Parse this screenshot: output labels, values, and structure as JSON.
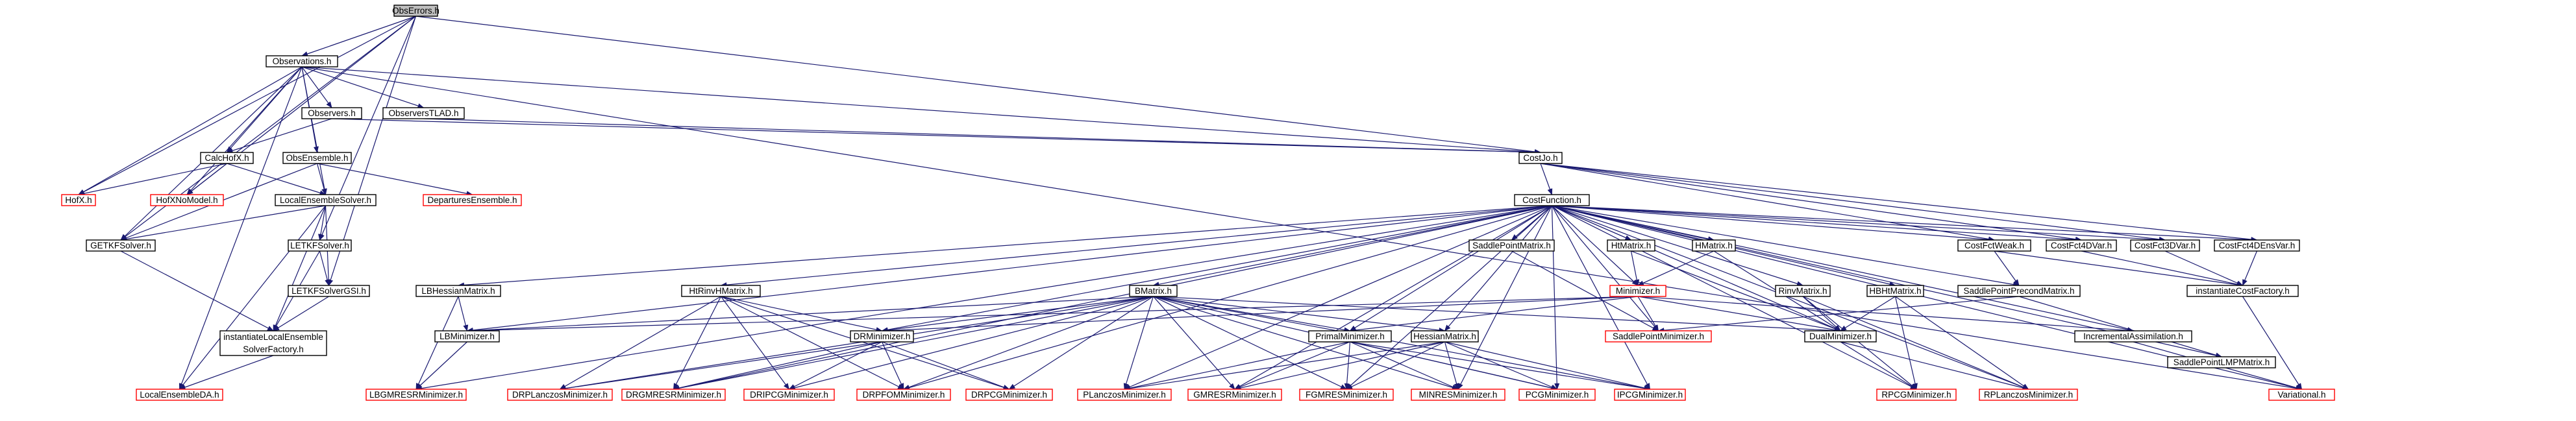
{
  "diagram": {
    "colors": {
      "edge": "#191970",
      "node_border": "#000000",
      "node_border_red": "#ff0000",
      "root_fill": "#bfbfbf",
      "node_fill": "#ffffff",
      "text": "#000000"
    },
    "nodes": [
      {
        "id": "ObsErrors",
        "label": "ObsErrors.h",
        "style": "root"
      },
      {
        "id": "Observations",
        "label": "Observations.h",
        "style": "black"
      },
      {
        "id": "Observers",
        "label": "Observers.h",
        "style": "black"
      },
      {
        "id": "ObserversTLAD",
        "label": "ObserversTLAD.h",
        "style": "black"
      },
      {
        "id": "CalcHofX",
        "label": "CalcHofX.h",
        "style": "black"
      },
      {
        "id": "ObsEnsemble",
        "label": "ObsEnsemble.h",
        "style": "black"
      },
      {
        "id": "CostJo",
        "label": "CostJo.h",
        "style": "black"
      },
      {
        "id": "HofX",
        "label": "HofX.h",
        "style": "red"
      },
      {
        "id": "HofXNoModel",
        "label": "HofXNoModel.h",
        "style": "red"
      },
      {
        "id": "LocalEnsembleSolver",
        "label": "LocalEnsembleSolver.h",
        "style": "black"
      },
      {
        "id": "DeparturesEnsemble",
        "label": "DeparturesEnsemble.h",
        "style": "red"
      },
      {
        "id": "CostFunction",
        "label": "CostFunction.h",
        "style": "black"
      },
      {
        "id": "GETKFSolver",
        "label": "GETKFSolver.h",
        "style": "black"
      },
      {
        "id": "LETKFSolver",
        "label": "LETKFSolver.h",
        "style": "black"
      },
      {
        "id": "LETKFSolverGSI",
        "label": "LETKFSolverGSI.h",
        "style": "black"
      },
      {
        "id": "instantiateLocalEnsembleSolverFactory",
        "label": "instantiateLocalEnsemble SolverFactory.h",
        "lines": [
          "instantiateLocalEnsemble",
          "SolverFactory.h"
        ],
        "style": "black"
      },
      {
        "id": "LocalEnsembleDA",
        "label": "LocalEnsembleDA.h",
        "style": "red"
      },
      {
        "id": "LBHessianMatrix",
        "label": "LBHessianMatrix.h",
        "style": "black"
      },
      {
        "id": "HtRinvHMatrix",
        "label": "HtRinvHMatrix.h",
        "style": "black"
      },
      {
        "id": "BMatrix",
        "label": "BMatrix.h",
        "style": "black"
      },
      {
        "id": "SaddlePointMatrix",
        "label": "SaddlePointMatrix.h",
        "style": "black"
      },
      {
        "id": "HtMatrix",
        "label": "HtMatrix.h",
        "style": "black"
      },
      {
        "id": "HMatrix",
        "label": "HMatrix.h",
        "style": "black"
      },
      {
        "id": "RinvMatrix",
        "label": "RinvMatrix.h",
        "style": "black"
      },
      {
        "id": "HBHtMatrix",
        "label": "HBHtMatrix.h",
        "style": "black"
      },
      {
        "id": "CostFctWeak",
        "label": "CostFctWeak.h",
        "style": "black"
      },
      {
        "id": "CostFct4DVar",
        "label": "CostFct4DVar.h",
        "style": "black"
      },
      {
        "id": "CostFct3DVar",
        "label": "CostFct3DVar.h",
        "style": "black"
      },
      {
        "id": "CostFct4DEnsVar",
        "label": "CostFct4DEnsVar.h",
        "style": "black"
      },
      {
        "id": "Minimizer",
        "label": "Minimizer.h",
        "style": "red"
      },
      {
        "id": "SaddlePointPrecondMatrix",
        "label": "SaddlePointPrecondMatrix.h",
        "style": "black"
      },
      {
        "id": "instantiateCostFactory",
        "label": "instantiateCostFactory.h",
        "style": "black"
      },
      {
        "id": "LBMinimizer",
        "label": "LBMinimizer.h",
        "style": "black"
      },
      {
        "id": "DRMinimizer",
        "label": "DRMinimizer.h",
        "style": "black"
      },
      {
        "id": "PrimalMinimizer",
        "label": "PrimalMinimizer.h",
        "style": "black"
      },
      {
        "id": "HessianMatrix",
        "label": "HessianMatrix.h",
        "style": "black"
      },
      {
        "id": "SaddlePointMinimizer",
        "label": "SaddlePointMinimizer.h",
        "style": "red"
      },
      {
        "id": "DualMinimizer",
        "label": "DualMinimizer.h",
        "style": "black"
      },
      {
        "id": "IncrementalAssimilation",
        "label": "IncrementalAssimilation.h",
        "style": "black"
      },
      {
        "id": "SaddlePointLMPMatrix",
        "label": "SaddlePointLMPMatrix.h",
        "style": "black"
      },
      {
        "id": "LBGMRESRMinimizer",
        "label": "LBGMRESRMinimizer.h",
        "style": "red"
      },
      {
        "id": "DRPLanczosMinimizer",
        "label": "DRPLanczosMinimizer.h",
        "style": "red"
      },
      {
        "id": "DRGMRESRMinimizer",
        "label": "DRGMRESRMinimizer.h",
        "style": "red"
      },
      {
        "id": "DRIPCGMinimizer",
        "label": "DRIPCGMinimizer.h",
        "style": "red"
      },
      {
        "id": "DRPFOMMinimizer",
        "label": "DRPFOMMinimizer.h",
        "style": "red"
      },
      {
        "id": "DRPCGMinimizer",
        "label": "DRPCGMinimizer.h",
        "style": "red"
      },
      {
        "id": "PLanczosMinimizer",
        "label": "PLanczosMinimizer.h",
        "style": "red"
      },
      {
        "id": "GMRESRMinimizer",
        "label": "GMRESRMinimizer.h",
        "style": "red"
      },
      {
        "id": "FGMRESMinimizer",
        "label": "FGMRESMinimizer.h",
        "style": "red"
      },
      {
        "id": "MINRESMinimizer",
        "label": "MINRESMinimizer.h",
        "style": "red"
      },
      {
        "id": "PCGMinimizer",
        "label": "PCGMinimizer.h",
        "style": "red"
      },
      {
        "id": "IPCGMinimizer",
        "label": "IPCGMinimizer.h",
        "style": "red"
      },
      {
        "id": "RPCGMinimizer",
        "label": "RPCGMinimizer.h",
        "style": "red"
      },
      {
        "id": "RPLanczosMinimizer",
        "label": "RPLanczosMinimizer.h",
        "style": "red"
      },
      {
        "id": "Variational",
        "label": "Variational.h",
        "style": "red"
      }
    ],
    "edges": [
      [
        "ObsErrors",
        "Observations"
      ],
      [
        "ObsErrors",
        "HofX"
      ],
      [
        "ObsErrors",
        "HofXNoModel"
      ],
      [
        "ObsErrors",
        "GETKFSolver"
      ],
      [
        "ObsErrors",
        "LETKFSolver"
      ],
      [
        "ObsErrors",
        "LETKFSolverGSI"
      ],
      [
        "ObsErrors",
        "CostJo"
      ],
      [
        "Observations",
        "Observers"
      ],
      [
        "Observations",
        "ObserversTLAD"
      ],
      [
        "Observations",
        "CalcHofX"
      ],
      [
        "Observations",
        "ObsEnsemble"
      ],
      [
        "Observations",
        "CostJo"
      ],
      [
        "Observations",
        "HofX"
      ],
      [
        "Observations",
        "HofXNoModel"
      ],
      [
        "Observations",
        "LocalEnsembleSolver"
      ],
      [
        "Observations",
        "GETKFSolver"
      ],
      [
        "Observations",
        "LocalEnsembleDA"
      ],
      [
        "Observations",
        "Variational"
      ],
      [
        "Observers",
        "CalcHofX"
      ],
      [
        "Observers",
        "CostJo"
      ],
      [
        "ObserversTLAD",
        "CostJo"
      ],
      [
        "CalcHofX",
        "HofX"
      ],
      [
        "CalcHofX",
        "HofXNoModel"
      ],
      [
        "CalcHofX",
        "LocalEnsembleSolver"
      ],
      [
        "ObsEnsemble",
        "LocalEnsembleSolver"
      ],
      [
        "ObsEnsemble",
        "DeparturesEnsemble"
      ],
      [
        "ObsEnsemble",
        "GETKFSolver"
      ],
      [
        "LocalEnsembleSolver",
        "GETKFSolver"
      ],
      [
        "LocalEnsembleSolver",
        "LETKFSolver"
      ],
      [
        "LocalEnsembleSolver",
        "LETKFSolverGSI"
      ],
      [
        "LocalEnsembleSolver",
        "instantiateLocalEnsembleSolverFactory"
      ],
      [
        "LocalEnsembleSolver",
        "LocalEnsembleDA"
      ],
      [
        "LETKFSolver",
        "LETKFSolverGSI"
      ],
      [
        "LETKFSolver",
        "instantiateLocalEnsembleSolverFactory"
      ],
      [
        "LETKFSolverGSI",
        "instantiateLocalEnsembleSolverFactory"
      ],
      [
        "GETKFSolver",
        "instantiateLocalEnsembleSolverFactory"
      ],
      [
        "instantiateLocalEnsembleSolverFactory",
        "LocalEnsembleDA"
      ],
      [
        "CostJo",
        "CostFunction"
      ],
      [
        "CostJo",
        "CostFctWeak"
      ],
      [
        "CostJo",
        "CostFct4DVar"
      ],
      [
        "CostJo",
        "CostFct3DVar"
      ],
      [
        "CostJo",
        "CostFct4DEnsVar"
      ],
      [
        "CostFunction",
        "LBHessianMatrix"
      ],
      [
        "CostFunction",
        "HtRinvHMatrix"
      ],
      [
        "CostFunction",
        "BMatrix"
      ],
      [
        "CostFunction",
        "SaddlePointMatrix"
      ],
      [
        "CostFunction",
        "HtMatrix"
      ],
      [
        "CostFunction",
        "HMatrix"
      ],
      [
        "CostFunction",
        "Minimizer"
      ],
      [
        "CostFunction",
        "RinvMatrix"
      ],
      [
        "CostFunction",
        "HBHtMatrix"
      ],
      [
        "CostFunction",
        "CostFctWeak"
      ],
      [
        "CostFunction",
        "CostFct4DVar"
      ],
      [
        "CostFunction",
        "CostFct3DVar"
      ],
      [
        "CostFunction",
        "CostFct4DEnsVar"
      ],
      [
        "CostFunction",
        "LBMinimizer"
      ],
      [
        "CostFunction",
        "DRMinimizer"
      ],
      [
        "CostFunction",
        "PrimalMinimizer"
      ],
      [
        "CostFunction",
        "HessianMatrix"
      ],
      [
        "CostFunction",
        "DualMinimizer"
      ],
      [
        "CostFunction",
        "SaddlePointMinimizer"
      ],
      [
        "CostFunction",
        "SaddlePointPrecondMatrix"
      ],
      [
        "CostFunction",
        "IncrementalAssimilation"
      ],
      [
        "CostFunction",
        "SaddlePointLMPMatrix"
      ],
      [
        "CostFunction",
        "Variational"
      ],
      [
        "CostFunction",
        "LBGMRESRMinimizer"
      ],
      [
        "CostFunction",
        "DRGMRESRMinimizer"
      ],
      [
        "CostFunction",
        "DRPFOMMinimizer"
      ],
      [
        "CostFunction",
        "PLanczosMinimizer"
      ],
      [
        "CostFunction",
        "GMRESRMinimizer"
      ],
      [
        "CostFunction",
        "FGMRESMinimizer"
      ],
      [
        "CostFunction",
        "MINRESMinimizer"
      ],
      [
        "CostFunction",
        "PCGMinimizer"
      ],
      [
        "CostFunction",
        "IPCGMinimizer"
      ],
      [
        "CostFunction",
        "RPCGMinimizer"
      ],
      [
        "CostFunction",
        "RPLanczosMinimizer"
      ],
      [
        "LBHessianMatrix",
        "LBMinimizer"
      ],
      [
        "LBHessianMatrix",
        "LBGMRESRMinimizer"
      ],
      [
        "LBMinimizer",
        "LBGMRESRMinimizer"
      ],
      [
        "HtRinvHMatrix",
        "DRMinimizer"
      ],
      [
        "HtRinvHMatrix",
        "DRPLanczosMinimizer"
      ],
      [
        "HtRinvHMatrix",
        "DRGMRESRMinimizer"
      ],
      [
        "HtRinvHMatrix",
        "DRIPCGMinimizer"
      ],
      [
        "HtRinvHMatrix",
        "DRPFOMMinimizer"
      ],
      [
        "HtRinvHMatrix",
        "DRPCGMinimizer"
      ],
      [
        "BMatrix",
        "LBMinimizer"
      ],
      [
        "BMatrix",
        "DRMinimizer"
      ],
      [
        "BMatrix",
        "PrimalMinimizer"
      ],
      [
        "BMatrix",
        "HessianMatrix"
      ],
      [
        "BMatrix",
        "DualMinimizer"
      ],
      [
        "BMatrix",
        "DRPLanczosMinimizer"
      ],
      [
        "BMatrix",
        "DRGMRESRMinimizer"
      ],
      [
        "BMatrix",
        "DRIPCGMinimizer"
      ],
      [
        "BMatrix",
        "DRPFOMMinimizer"
      ],
      [
        "BMatrix",
        "DRPCGMinimizer"
      ],
      [
        "BMatrix",
        "PLanczosMinimizer"
      ],
      [
        "BMatrix",
        "GMRESRMinimizer"
      ],
      [
        "BMatrix",
        "FGMRESMinimizer"
      ],
      [
        "BMatrix",
        "MINRESMinimizer"
      ],
      [
        "BMatrix",
        "PCGMinimizer"
      ],
      [
        "BMatrix",
        "IPCGMinimizer"
      ],
      [
        "DRMinimizer",
        "DRPLanczosMinimizer"
      ],
      [
        "DRMinimizer",
        "DRGMRESRMinimizer"
      ],
      [
        "DRMinimizer",
        "DRIPCGMinimizer"
      ],
      [
        "DRMinimizer",
        "DRPFOMMinimizer"
      ],
      [
        "DRMinimizer",
        "DRPCGMinimizer"
      ],
      [
        "SaddlePointMatrix",
        "SaddlePointMinimizer"
      ],
      [
        "HtMatrix",
        "Minimizer"
      ],
      [
        "HtMatrix",
        "DualMinimizer"
      ],
      [
        "HMatrix",
        "Minimizer"
      ],
      [
        "HMatrix",
        "DualMinimizer"
      ],
      [
        "Minimizer",
        "LBMinimizer"
      ],
      [
        "Minimizer",
        "DRMinimizer"
      ],
      [
        "Minimizer",
        "PrimalMinimizer"
      ],
      [
        "Minimizer",
        "SaddlePointMinimizer"
      ],
      [
        "Minimizer",
        "DualMinimizer"
      ],
      [
        "Minimizer",
        "IncrementalAssimilation"
      ],
      [
        "PrimalMinimizer",
        "PLanczosMinimizer"
      ],
      [
        "PrimalMinimizer",
        "GMRESRMinimizer"
      ],
      [
        "PrimalMinimizer",
        "FGMRESMinimizer"
      ],
      [
        "PrimalMinimizer",
        "MINRESMinimizer"
      ],
      [
        "PrimalMinimizer",
        "PCGMinimizer"
      ],
      [
        "PrimalMinimizer",
        "IPCGMinimizer"
      ],
      [
        "HessianMatrix",
        "PLanczosMinimizer"
      ],
      [
        "HessianMatrix",
        "GMRESRMinimizer"
      ],
      [
        "HessianMatrix",
        "FGMRESMinimizer"
      ],
      [
        "HessianMatrix",
        "MINRESMinimizer"
      ],
      [
        "HessianMatrix",
        "PCGMinimizer"
      ],
      [
        "HessianMatrix",
        "IPCGMinimizer"
      ],
      [
        "RinvMatrix",
        "DualMinimizer"
      ],
      [
        "RinvMatrix",
        "RPCGMinimizer"
      ],
      [
        "RinvMatrix",
        "RPLanczosMinimizer"
      ],
      [
        "HBHtMatrix",
        "DualMinimizer"
      ],
      [
        "HBHtMatrix",
        "RPCGMinimizer"
      ],
      [
        "HBHtMatrix",
        "RPLanczosMinimizer"
      ],
      [
        "DualMinimizer",
        "RPCGMinimizer"
      ],
      [
        "DualMinimizer",
        "RPLanczosMinimizer"
      ],
      [
        "CostFctWeak",
        "SaddlePointPrecondMatrix"
      ],
      [
        "CostFctWeak",
        "instantiateCostFactory"
      ],
      [
        "CostFct4DVar",
        "instantiateCostFactory"
      ],
      [
        "CostFct3DVar",
        "instantiateCostFactory"
      ],
      [
        "CostFct4DEnsVar",
        "instantiateCostFactory"
      ],
      [
        "SaddlePointPrecondMatrix",
        "SaddlePointLMPMatrix"
      ],
      [
        "SaddlePointPrecondMatrix",
        "SaddlePointMinimizer"
      ],
      [
        "IncrementalAssimilation",
        "Variational"
      ],
      [
        "instantiateCostFactory",
        "Variational"
      ]
    ]
  }
}
